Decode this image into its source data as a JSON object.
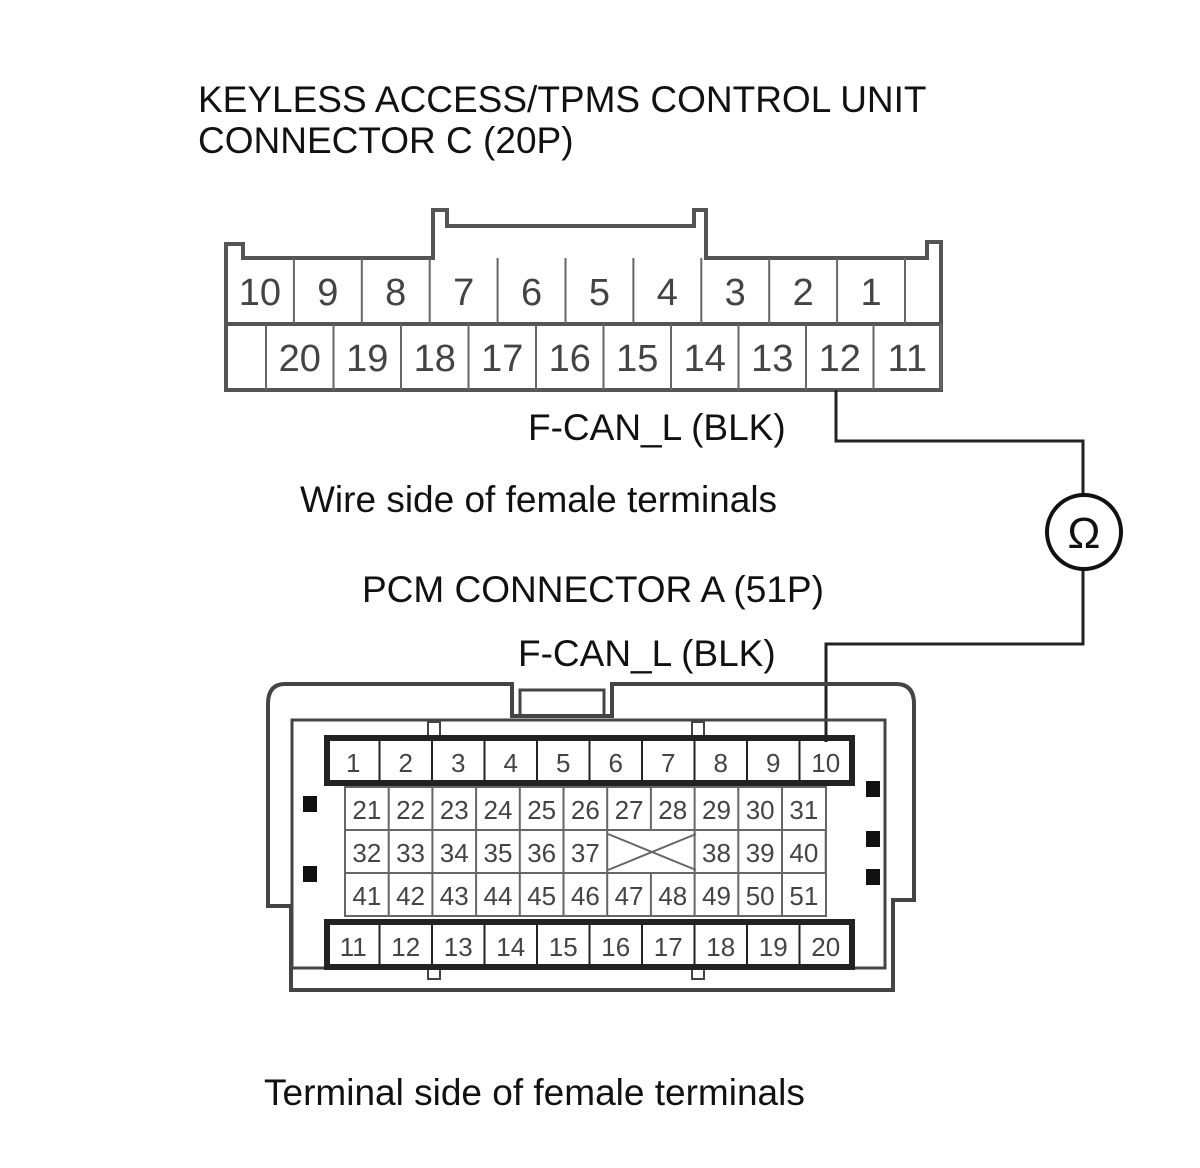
{
  "connector_c": {
    "title_line1": "KEYLESS ACCESS/TPMS CONTROL UNIT",
    "title_line2": "CONNECTOR C (20P)",
    "top_row": [
      "10",
      "9",
      "8",
      "7",
      "6",
      "5",
      "4",
      "3",
      "2",
      "1"
    ],
    "bottom_row": [
      "20",
      "19",
      "18",
      "17",
      "16",
      "15",
      "14",
      "13",
      "12",
      "11"
    ],
    "wire_label": "F-CAN_L (BLK)",
    "side_label": "Wire side of female terminals"
  },
  "connector_a": {
    "title": "PCM CONNECTOR A (51P)",
    "wire_label": "F-CAN_L (BLK)",
    "top_row": [
      "1",
      "2",
      "3",
      "4",
      "5",
      "6",
      "7",
      "8",
      "9",
      "10"
    ],
    "row_2": [
      "21",
      "22",
      "23",
      "24",
      "25",
      "26",
      "27",
      "28",
      "29",
      "30",
      "31"
    ],
    "row_3_left": [
      "32",
      "33",
      "34",
      "35",
      "36",
      "37"
    ],
    "row_3_right": [
      "38",
      "39",
      "40"
    ],
    "row_4": [
      "41",
      "42",
      "43",
      "44",
      "45",
      "46",
      "47",
      "48",
      "49",
      "50",
      "51"
    ],
    "bottom_row": [
      "11",
      "12",
      "13",
      "14",
      "15",
      "16",
      "17",
      "18",
      "19",
      "20"
    ],
    "side_label": "Terminal side of female terminals"
  },
  "meter": {
    "symbol": "Ω"
  }
}
